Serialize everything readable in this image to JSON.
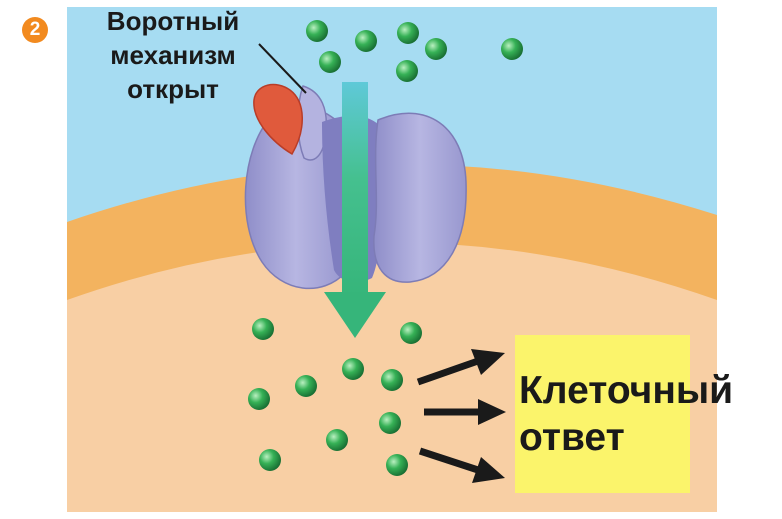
{
  "step_number": "2",
  "gate_label": {
    "line1": "Воротный",
    "line2": "механизм",
    "line3": "открыт"
  },
  "cell_response": {
    "line1": "Клеточный",
    "line2": "ответ"
  },
  "colors": {
    "extracellular": "#a6dcf2",
    "membrane": "#f3b35f",
    "cytoplasm": "#f8cfa4",
    "channel": "#a9a8d6",
    "ligand": "#e05a3c",
    "ions": "#2e9e4b",
    "flow_arrow": "#3dbb7f",
    "response_box": "#fbf46b",
    "badge": "#f28a1f"
  }
}
